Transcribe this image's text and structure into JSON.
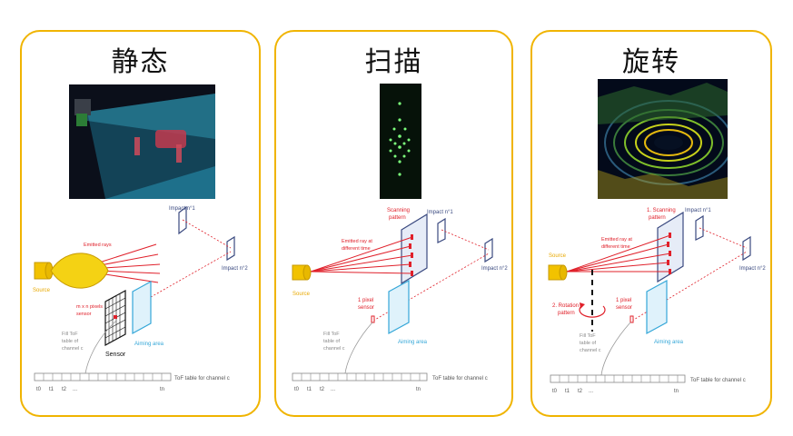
{
  "panels": [
    {
      "title": "静态",
      "labels": {
        "emitted": "Emitted rays",
        "impact1": "Impact n°1",
        "impact2": "Impact n°2",
        "source": "Source",
        "sensor_desc_1": "m x n  pixels",
        "sensor_desc_2": "sensor",
        "fill_1": "Fill ToF",
        "fill_2": "table of",
        "fill_3": "channel c",
        "sensor": "Sensor",
        "aiming": "Aiming area",
        "tof": "ToF table for channel c",
        "t0": "t0",
        "t1": "t1",
        "t2": "t2",
        "dots": "...",
        "tn": "tn"
      }
    },
    {
      "title": "扫描",
      "labels": {
        "scan_1": "Scanning",
        "scan_2": "pattern",
        "impact1": "Impact n°1",
        "impact2": "Impact n°2",
        "emitted_1": "Emitted ray at",
        "emitted_2": "different time",
        "source": "Source",
        "pixel_1": "1 pixel",
        "pixel_2": "sensor",
        "fill_1": "Fill ToF",
        "fill_2": "table of",
        "fill_3": "channel c",
        "aiming": "Aiming area",
        "tof": "ToF table for channel c",
        "t0": "t0",
        "t1": "t1",
        "t2": "t2",
        "dots": "...",
        "tn": "tn"
      }
    },
    {
      "title": "旋转",
      "labels": {
        "scan_1": "1. Scanning",
        "scan_2": "pattern",
        "impact1": "Impact n°1",
        "impact2": "Impact n°2",
        "emitted_1": "Emitted ray at",
        "emitted_2": "different time",
        "source": "Source",
        "rot_1": "2. Rotation",
        "rot_2": "pattern",
        "pixel_1": "1 pixel",
        "pixel_2": "sensor",
        "fill_1": "Fill ToF",
        "fill_2": "table of",
        "fill_3": "channel c",
        "aiming": "Aiming area",
        "tof": "ToF table for channel c",
        "t0": "t0",
        "t1": "t1",
        "t2": "t2",
        "dots": "...",
        "tn": "tn"
      }
    }
  ],
  "colors": {
    "border": "#f0b400",
    "ray": "#e0202a",
    "impact": "#3b4a80",
    "aiming": "#35a7d8",
    "source": "#f0c000"
  }
}
